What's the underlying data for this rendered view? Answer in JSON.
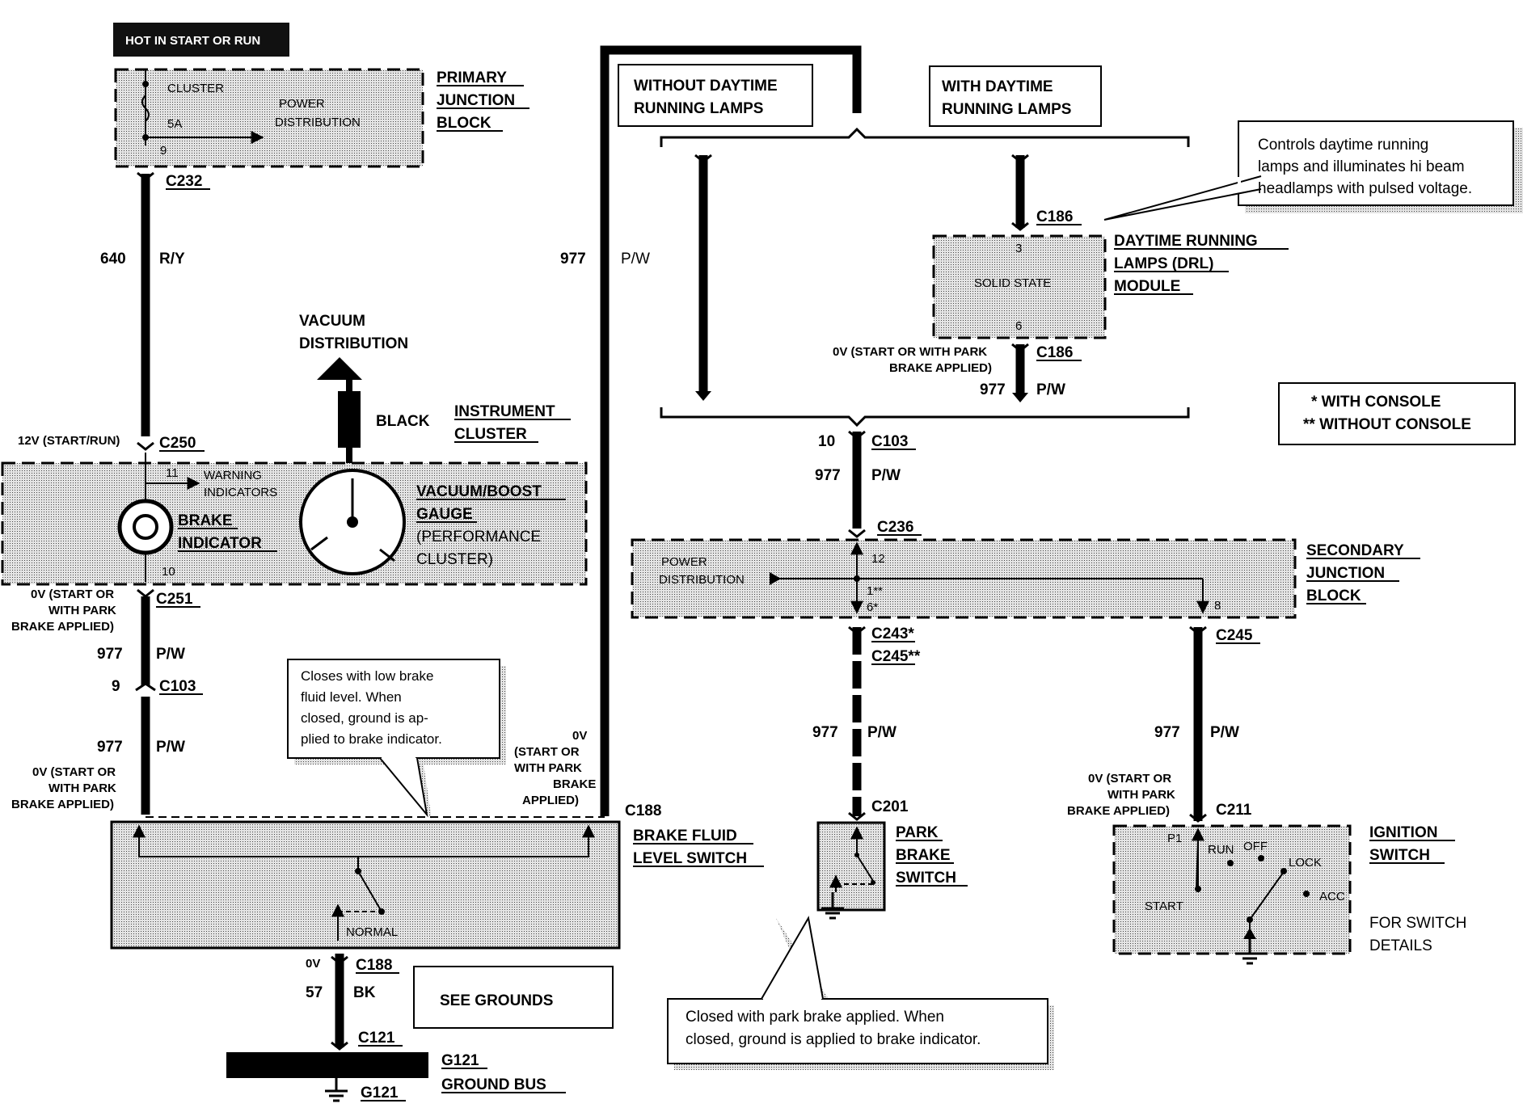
{
  "header": {
    "hot_label": "HOT IN START OR RUN"
  },
  "primary_junction_block": {
    "title_lines": [
      "PRIMARY",
      "JUNCTION",
      "BLOCK"
    ],
    "fuse_label": "CLUSTER",
    "fuse_rating": "5A",
    "pin": "9",
    "power_label_lines": [
      "POWER",
      "DISTRIBUTION"
    ]
  },
  "connectors": {
    "c232": "C232",
    "c250": "C250",
    "c251": "C251",
    "c103_left": "C103",
    "c188_top": "C188",
    "c188_bottom": "C188",
    "c121": "C121",
    "c186_top": "C186",
    "c186_bottom": "C186",
    "c103_center": "C103",
    "c236": "C236",
    "c243": "C243*",
    "c245_center": "C245**",
    "c201": "C201",
    "c245_right": "C245",
    "c211": "C211"
  },
  "wires": {
    "w640_num": "640",
    "w640_color": "R/Y",
    "w977_top_num": "977",
    "w977_top_color": "P/W",
    "w977_a_num": "977",
    "w977_a_color": "P/W",
    "w977_b_num": "977",
    "w977_b_color": "P/W",
    "w977_drl_num": "977",
    "w977_drl_color": "P/W",
    "w977_c_num": "977",
    "w977_c_color": "P/W",
    "w977_d_num": "977",
    "w977_d_color": "P/W",
    "w977_e_num": "977",
    "w977_e_color": "P/W",
    "w57_num": "57",
    "w57_color": "BK",
    "pin9_c103": "9",
    "pin10_c103": "10"
  },
  "voltages": {
    "v12": "12V (START/RUN)",
    "v0_c251_lines": [
      "0V (START OR",
      "WITH PARK",
      "BRAKE APPLIED)"
    ],
    "v0_c188_left_lines": [
      "0V (START OR",
      "WITH PARK",
      "BRAKE APPLIED)"
    ],
    "v0_c188_right_lines": [
      "0V",
      "(START OR",
      "WITH PARK",
      "BRAKE",
      "APPLIED)"
    ],
    "v0_bottom": "0V",
    "v0_drl_lines": [
      "0V (START OR WITH PARK",
      "BRAKE APPLIED)"
    ],
    "v0_ign_lines": [
      "0V (START OR",
      "WITH PARK",
      "BRAKE APPLIED)"
    ]
  },
  "vacuum": {
    "title_lines": [
      "VACUUM",
      "DISTRIBUTION"
    ],
    "hose_label": "BLACK"
  },
  "instrument_cluster": {
    "title_lines": [
      "INSTRUMENT",
      "CLUSTER"
    ],
    "pin11": "11",
    "warning_lines": [
      "WARNING",
      "INDICATORS"
    ],
    "brake_lines": [
      "BRAKE",
      "INDICATOR"
    ],
    "gauge_lines": [
      "VACUUM/BOOST",
      "GAUGE",
      "(PERFORMANCE",
      "CLUSTER)"
    ],
    "pin10": "10"
  },
  "brake_fluid_switch": {
    "title_lines": [
      "BRAKE FLUID",
      "LEVEL SWITCH"
    ],
    "normal": "NORMAL"
  },
  "callout_low_fluid": {
    "lines": [
      "Closes with low brake",
      "fluid level.  When",
      "closed, ground is ap-",
      "plied to brake indicator."
    ]
  },
  "see_grounds": "SEE GROUNDS",
  "ground_bus": {
    "g121_top": "G121",
    "label": "GROUND BUS",
    "g121_bottom": "G121"
  },
  "drl": {
    "without_lines": [
      "WITHOUT DAYTIME",
      "RUNNING LAMPS"
    ],
    "with_lines": [
      "WITH DAYTIME",
      "RUNNING LAMPS"
    ],
    "module_title_lines": [
      "DAYTIME  RUNNING",
      "LAMPS (DRL)",
      "MODULE"
    ],
    "solid_state": "SOLID STATE",
    "pin3": "3",
    "pin6": "6"
  },
  "callout_drl": {
    "lines": [
      "Controls daytime running",
      "lamps and illuminates hi beam",
      "headlamps with pulsed voltage."
    ]
  },
  "console_legend": {
    "line1": "*  WITH CONSOLE",
    "line2": "**  WITHOUT CONSOLE"
  },
  "secondary_junction_block": {
    "title_lines": [
      "SECONDARY",
      "JUNCTION",
      "BLOCK"
    ],
    "power_lines": [
      "POWER",
      "DISTRIBUTION"
    ],
    "pin12": "12",
    "pin1": "1**",
    "pin6": "6*",
    "pin8": "8"
  },
  "park_brake_switch": {
    "title_lines": [
      "PARK",
      "BRAKE",
      "SWITCH"
    ]
  },
  "callout_park": {
    "lines": [
      "Closed with park brake applied.  When",
      "closed, ground is applied to brake indicator."
    ]
  },
  "ignition_switch": {
    "title_lines": [
      "IGNITION",
      "SWITCH"
    ],
    "p1": "P1",
    "run": "RUN",
    "off": "OFF",
    "lock": "LOCK",
    "acc": "ACC",
    "start": "START",
    "details_lines": [
      "FOR SWITCH",
      "DETAILS"
    ]
  }
}
